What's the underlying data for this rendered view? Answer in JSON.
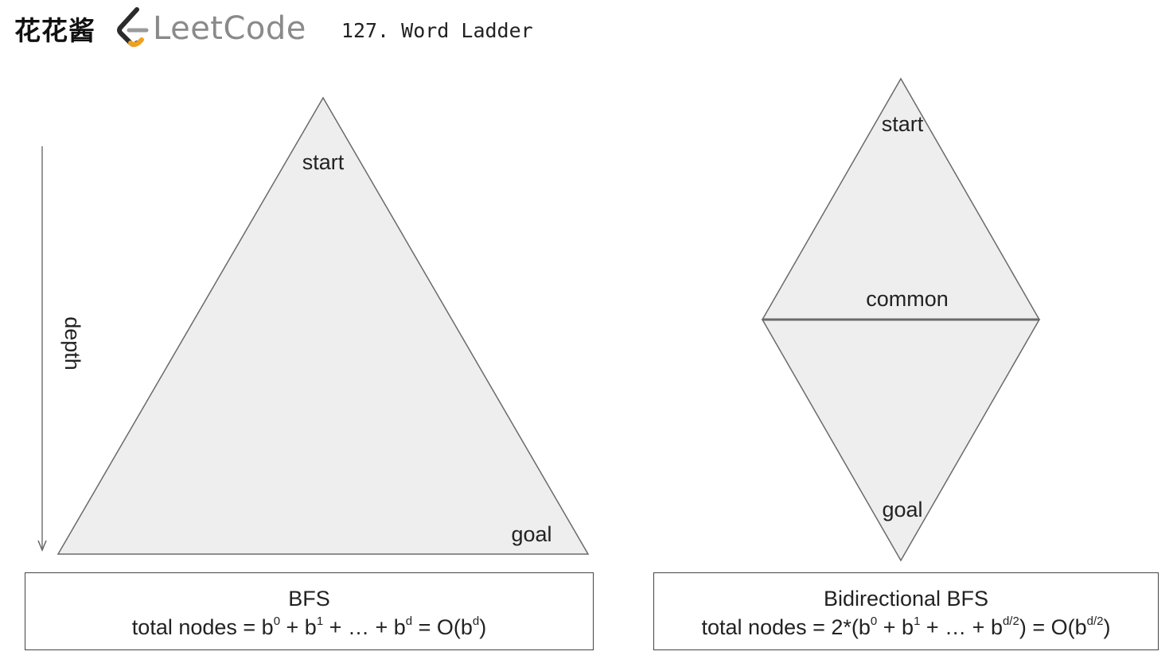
{
  "header": {
    "brand_cn": "花花酱",
    "logo_text": "LeetCode",
    "problem_title": "127. Word Ladder"
  },
  "left_diagram": {
    "start_label": "start",
    "goal_label": "goal",
    "depth_label": "depth",
    "caption_title": "BFS",
    "formula_prefix": "total nodes = b",
    "exp0": "0",
    "plus1": " + b",
    "exp1": "1",
    "plus2": " + … + b",
    "expd": "d",
    "equals": " = O(b",
    "expd2": "d",
    "close": ")"
  },
  "right_diagram": {
    "start_label": "start",
    "common_label": "common",
    "goal_label": "goal",
    "caption_title": "Bidirectional BFS",
    "formula_prefix": "total nodes = 2*(b",
    "exp0": "0",
    "plus1": " + b",
    "exp1": "1",
    "plus2": " + … + b",
    "exphalf": "d/2",
    "equals": ") = O(b",
    "exphalf2": "d/2",
    "close": ")"
  },
  "colors": {
    "shape_fill": "#eeeeee",
    "shape_stroke": "#6a6a6a",
    "logo_orange": "#f0a020",
    "logo_gray": "#9a9a9a"
  }
}
